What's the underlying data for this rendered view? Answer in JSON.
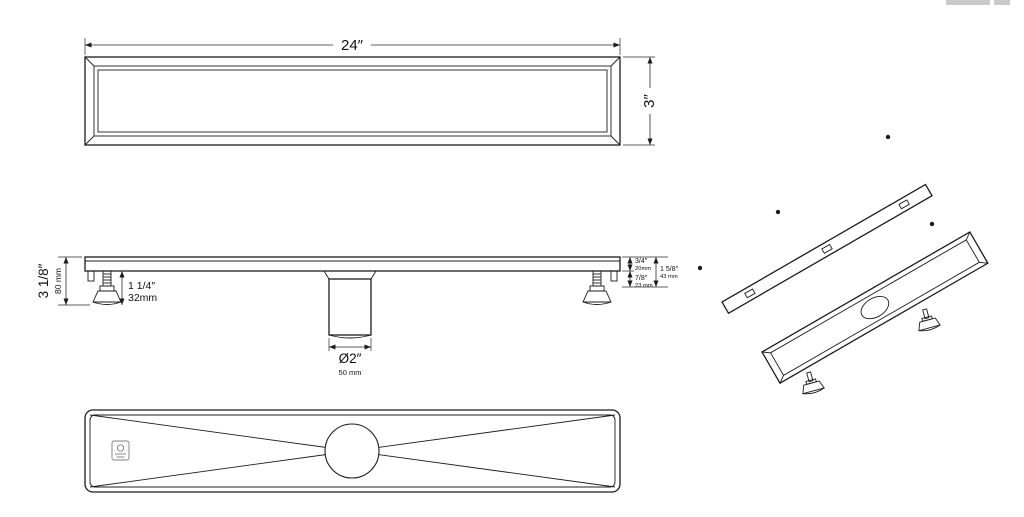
{
  "drawing": {
    "background": "#ffffff",
    "line_color": "#1c1c1c"
  },
  "dims": {
    "top_width": "24″",
    "top_height": "3″",
    "overall_height_in": "3 1/8″",
    "overall_height_mm": "80 mm",
    "foot_height_in": "1 1/4″",
    "foot_height_mm": "32mm",
    "outlet_diameter_in": "Ø2″",
    "outlet_diameter_mm": "50 mm",
    "flange_in": "3/4″",
    "flange_mm": "20mm",
    "channel_total_in": "1 5/8″",
    "channel_total_mm": "43 mm",
    "channel_lower_in": "7/8″",
    "channel_lower_mm": "23 mm"
  }
}
